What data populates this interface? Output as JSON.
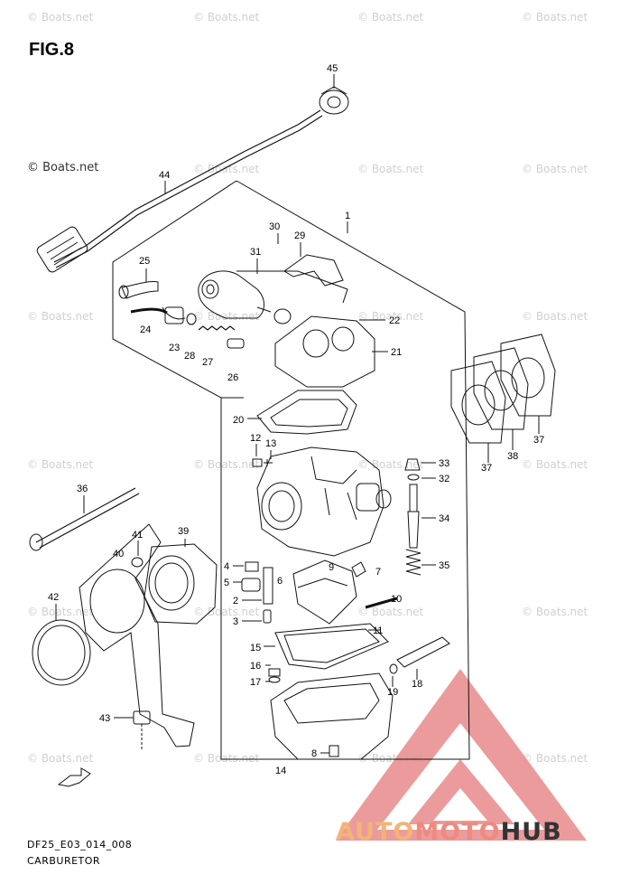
{
  "figure_title": "FIG.8",
  "watermark_text": "© Boats.net",
  "drawing_code": "DF25_E03_014_008",
  "caption": "CARBURETOR",
  "logo": {
    "part1": "AUTO",
    "part2": "MOTO",
    "part3": "HUB",
    "icon": "triangle-logo-icon"
  },
  "part_labels": {
    "p1": "1",
    "p2": "2",
    "p3": "3",
    "p4": "4",
    "p5": "5",
    "p6": "6",
    "p7": "7",
    "p8": "8",
    "p9": "9",
    "p10": "10",
    "p11": "11",
    "p12": "12",
    "p13": "13",
    "p14": "14",
    "p15": "15",
    "p16": "16",
    "p17": "17",
    "p18": "18",
    "p19": "19",
    "p20": "20",
    "p21": "21",
    "p22": "22",
    "p23": "23",
    "p24": "24",
    "p25": "25",
    "p26": "26",
    "p27": "27",
    "p28": "28",
    "p29": "29",
    "p30": "30",
    "p31": "31",
    "p32": "32",
    "p33": "33",
    "p34": "34",
    "p35": "35",
    "p36": "36",
    "p37a": "37",
    "p37b": "37",
    "p38": "38",
    "p39": "39",
    "p40": "40",
    "p41": "41",
    "p42": "42",
    "p43": "43",
    "p44": "44",
    "p45": "45"
  },
  "colors": {
    "line": "#111111",
    "watermark": "#d0d0d0",
    "logo_triangle": "#e88a8a",
    "logo_orange": "#f2b477"
  }
}
